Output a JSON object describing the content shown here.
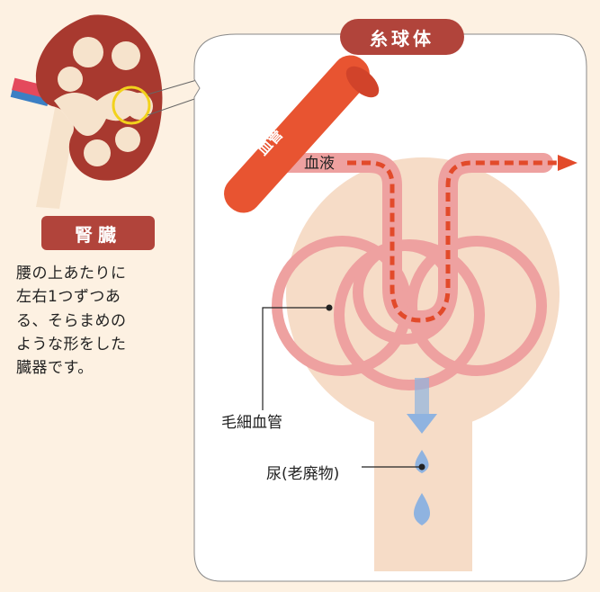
{
  "kidney": {
    "title": "腎臓",
    "description_lines": [
      "腰の上あたりに",
      "左右1つずつあ",
      "る、そらまめの",
      "ような形をした",
      "臓器です。"
    ]
  },
  "glomerulus": {
    "title": "糸球体",
    "vessel_label": "血管",
    "blood_label": "血液",
    "capillary_label": "毛細血管",
    "urine_label": "尿(老廃物)"
  },
  "colors": {
    "background": "#fdf1e2",
    "badge": "#b1443b",
    "kidney_red": "#a8392f",
    "vessel": "#e85431",
    "capillary": "#eea1a0",
    "capsule": "#f6dcc7",
    "urine": "#8fb3e0",
    "highlight_ring": "#f2d21c"
  }
}
